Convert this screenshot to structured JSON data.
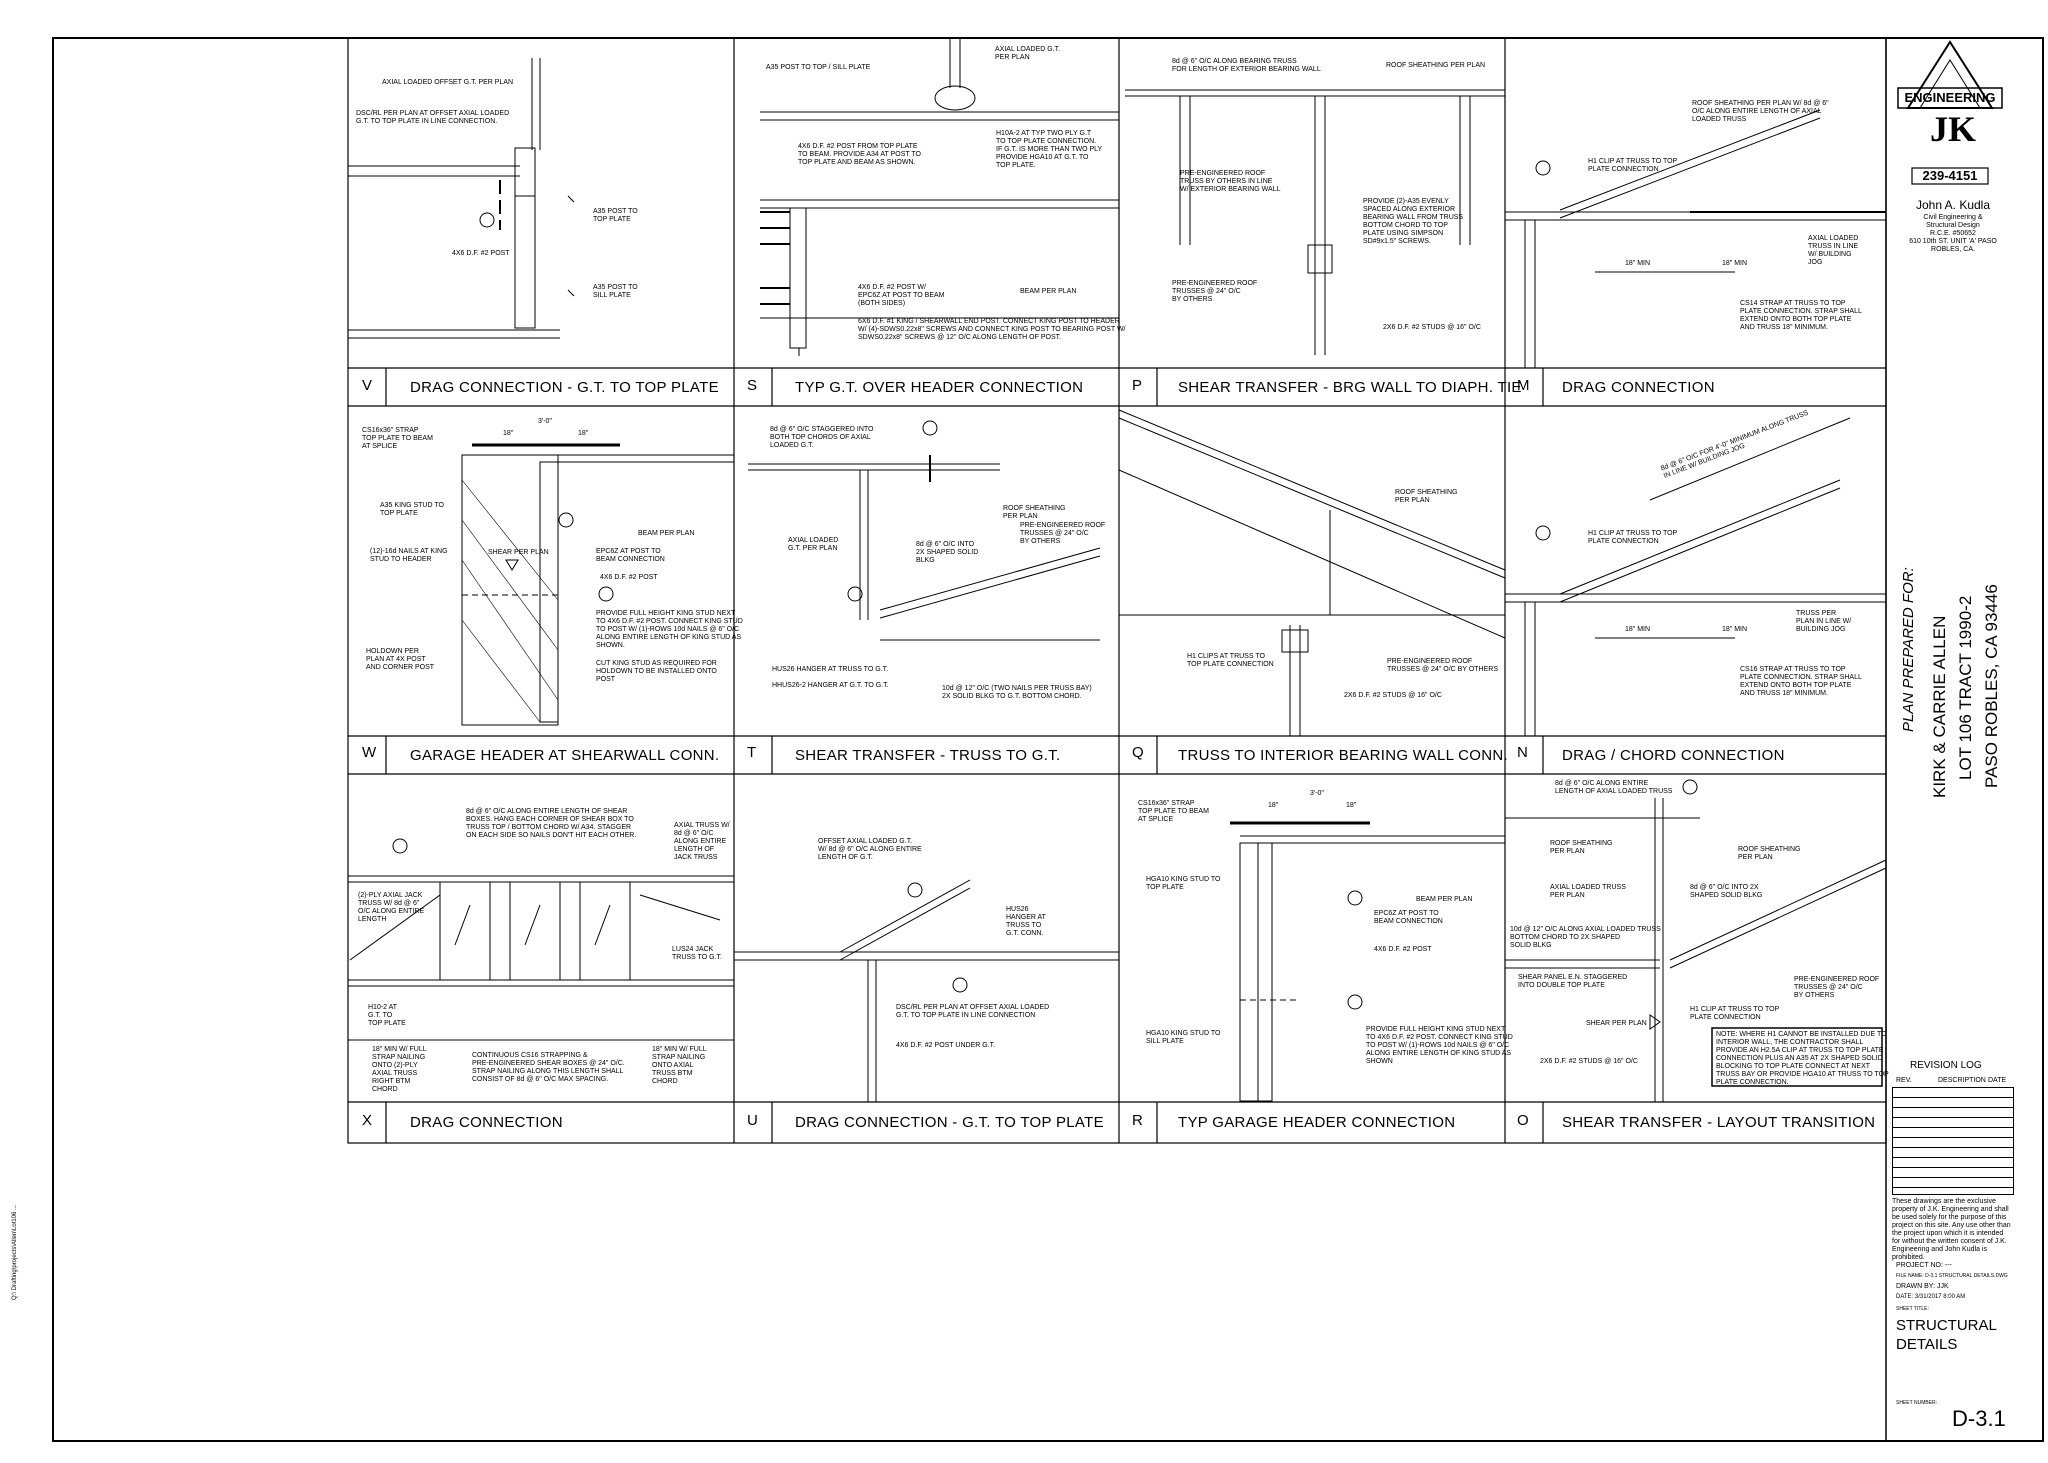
{
  "sheet": {
    "tick_list": [],
    "border_side_text": "Q:\\ Drafting\\projects\\Allen\\Lot106 ..."
  },
  "details": [
    {
      "code": "V",
      "title": "DRAG CONNECTION - G.T. TO TOP PLATE",
      "labels": [
        "AXIAL LOADED OFFSET G.T. PER PLAN",
        "DSC/RL PER PLAN AT OFFSET AXIAL LOADED\nG.T. TO TOP PLATE IN LINE CONNECTION.",
        "A35 POST TO\nTOP PLATE",
        "4X6 D.F. #2 POST",
        "A35 POST TO\nSILL PLATE"
      ]
    },
    {
      "code": "S",
      "title": "TYP G.T. OVER HEADER CONNECTION",
      "labels": [
        "A35 POST TO TOP / SILL PLATE",
        "AXIAL LOADED G.T.\nPER PLAN",
        "4X6 D.F. #2 POST FROM TOP PLATE\nTO BEAM. PROVIDE A34 AT POST TO\nTOP PLATE AND BEAM AS SHOWN.",
        "H10A-2 AT TYP TWO PLY G.T\nTO TOP PLATE CONNECTION.\nIF G.T. IS MORE THAN TWO PLY\nPROVIDE HGA10 AT G.T. TO\nTOP PLATE.",
        "4X6 D.F. #2 POST W/\nEPC6Z AT POST TO BEAM\n(BOTH SIDES)",
        "BEAM PER PLAN",
        "6X6 D.F. #1 KING / SHEARWALL END POST. CONNECT KING POST TO HEADER\nW/ (4)-SDWS0.22x8\" SCREWS AND CONNECT KING POST TO BEARING POST W/\nSDWS0.22x8\" SCREWS @ 12\" O/C ALONG LENGTH OF POST."
      ]
    },
    {
      "code": "P",
      "title": "SHEAR TRANSFER - BRG WALL TO DIAPH. TIE",
      "labels": [
        "8d @ 6\" O/C ALONG BEARING TRUSS\nFOR LENGTH OF EXTERIOR BEARING WALL",
        "ROOF SHEATHING PER PLAN",
        "PRE-ENGINEERED ROOF\nTRUSS BY OTHERS IN LINE\nW/ EXTERIOR BEARING WALL",
        "PROVIDE (2)-A35 EVENLY\nSPACED ALONG EXTERIOR\nBEARING WALL FROM TRUSS\nBOTTOM CHORD TO TOP\nPLATE USING SIMPSON\nSD#9x1.5\" SCREWS.",
        "PRE-ENGINEERED ROOF\nTRUSSES @ 24\" O/C\nBY OTHERS",
        "2X6 D.F. #2 STUDS @ 16\" O/C"
      ]
    },
    {
      "code": "M",
      "title": "DRAG CONNECTION",
      "labels": [
        "ROOF SHEATHING PER PLAN W/ 8d @ 6\"\nO/C ALONG ENTIRE LENGTH OF AXIAL\nLOADED TRUSS",
        "H1 CLIP AT TRUSS TO TOP\nPLATE CONNECTION",
        "AXIAL LOADED\nTRUSS IN LINE\nW/ BUILDING\nJOG",
        "18\" MIN",
        "18\" MIN",
        "CS14 STRAP AT TRUSS TO TOP\nPLATE CONNECTION. STRAP SHALL\nEXTEND ONTO BOTH TOP PLATE\nAND TRUSS 18\" MINIMUM."
      ]
    },
    {
      "code": "W",
      "title": "GARAGE HEADER AT SHEARWALL CONN.",
      "labels": [
        "CS16x36\" STRAP\nTOP PLATE TO BEAM\nAT SPLICE",
        "3'-0\"",
        "18\"",
        "18\"",
        "A35 KING STUD TO\nTOP PLATE",
        "BEAM PER PLAN",
        "(12)-16d NAILS AT KING\nSTUD TO HEADER",
        "SHEAR PER PLAN",
        "EPC6Z AT POST TO\nBEAM CONNECTION",
        "4X6 D.F. #2 POST",
        "PROVIDE FULL HEIGHT KING STUD NEXT\nTO 4X6 D.F. #2 POST. CONNECT KING STUD\nTO POST W/ (1)-ROWS 10d NAILS @ 6\" O/C\nALONG ENTIRE LENGTH OF KING STUD AS\nSHOWN.",
        "HOLDOWN PER\nPLAN AT 4X POST\nAND CORNER POST",
        "CUT KING STUD AS REQUIRED FOR\nHOLDOWN TO BE INSTALLED ONTO\nPOST"
      ]
    },
    {
      "code": "T",
      "title": "SHEAR TRANSFER - TRUSS TO G.T.",
      "labels": [
        "8d @ 6\" O/C STAGGERED INTO\nBOTH TOP CHORDS OF AXIAL\nLOADED G.T.",
        "ROOF SHEATHING\nPER PLAN",
        "PRE-ENGINEERED ROOF\nTRUSSES @ 24\" O/C\nBY OTHERS",
        "AXIAL LOADED\nG.T. PER PLAN",
        "8d @ 6\" O/C INTO\n2X SHAPED SOLID\nBLKG",
        "HUS26 HANGER AT TRUSS TO G.T.",
        "HHUS26-2 HANGER AT G.T. TO G.T.",
        "10d @ 12\" O/C (TWO NAILS PER TRUSS BAY)\n2X SOLID BLKG TO G.T. BOTTOM CHORD."
      ]
    },
    {
      "code": "Q",
      "title": "TRUSS TO INTERIOR BEARING WALL CONN.",
      "labels": [
        "ROOF SHEATHING\nPER PLAN",
        "H1 CLIPS AT TRUSS TO\nTOP PLATE CONNECTION",
        "PRE-ENGINEERED ROOF\nTRUSSES @ 24\" O/C BY OTHERS",
        "2X6 D.F. #2 STUDS @ 16\" O/C"
      ]
    },
    {
      "code": "N",
      "title": "DRAG / CHORD CONNECTION",
      "labels": [
        "8d @ 6\" O/C FOR 4'-0\" MINIMUM ALONG TRUSS\nIN LINE W/ BUILDING JOG",
        "H1 CLIP AT TRUSS TO TOP\nPLATE CONNECTION",
        "TRUSS PER\nPLAN IN LINE W/\nBUILDING JOG",
        "18\" MIN",
        "18\" MIN",
        "CS16 STRAP AT TRUSS TO TOP\nPLATE CONNECTION. STRAP SHALL\nEXTEND ONTO BOTH TOP PLATE\nAND TRUSS 18\" MINIMUM."
      ]
    },
    {
      "code": "X",
      "title": "DRAG CONNECTION",
      "labels": [
        "8d @ 6\" O/C ALONG ENTIRE LENGTH OF SHEAR\nBOXES. HANG EACH CORNER OF SHEAR BOX TO\nTRUSS TOP / BOTTOM CHORD W/ A34. STAGGER\nON EACH SIDE SO NAILS DON'T HIT EACH OTHER.",
        "AXIAL TRUSS W/\n8d @ 6\" O/C\nALONG ENTIRE\nLENGTH OF\nJACK TRUSS",
        "(2)-PLY AXIAL JACK\nTRUSS W/ 8d @ 6\"\nO/C ALONG ENTIRE\nLENGTH",
        "LUS24 JACK\nTRUSS TO G.T.",
        "H10-2 AT\nG.T. TO\nTOP PLATE",
        "18\" MIN W/ FULL\nSTRAP NAILING\nONTO (2)-PLY\nAXIAL TRUSS\nRIGHT BTM\nCHORD",
        "CONTINUOUS CS16 STRAPPING &\nPRE-ENGINEERED SHEAR BOXES @ 24\" O/C.\nSTRAP NAILING ALONG THIS LENGTH SHALL\nCONSIST OF 8d @ 6\" O/C MAX SPACING.",
        "18\" MIN W/ FULL\nSTRAP NAILING\nONTO AXIAL\nTRUSS BTM\nCHORD"
      ]
    },
    {
      "code": "U",
      "title": "DRAG CONNECTION - G.T. TO TOP PLATE",
      "labels": [
        "OFFSET AXIAL LOADED G.T.\nW/ 8d @ 6\" O/C ALONG ENTIRE\nLENGTH OF G.T.",
        "HUS26\nHANGER AT\nTRUSS TO\nG.T. CONN.",
        "DSC/RL PER PLAN AT OFFSET AXIAL LOADED\nG.T. TO TOP PLATE IN LINE CONNECTION",
        "4X6 D.F. #2 POST UNDER G.T."
      ]
    },
    {
      "code": "R",
      "title": "TYP GARAGE HEADER CONNECTION",
      "labels": [
        "CS16x36\" STRAP\nTOP PLATE TO BEAM\nAT SPLICE",
        "3'-0\"",
        "18\"",
        "18\"",
        "HGA10 KING STUD TO\nTOP PLATE",
        "BEAM PER PLAN",
        "EPC6Z AT POST TO\nBEAM CONNECTION",
        "4X6 D.F. #2 POST",
        "PROVIDE FULL HEIGHT KING STUD NEXT\nTO 4X6 D.F. #2 POST. CONNECT KING STUD\nTO POST W/ (1)-ROWS 10d NAILS @ 6\" O/C\nALONG ENTIRE LENGTH OF KING STUD AS\nSHOWN",
        "HGA10 KING STUD TO\nSILL PLATE"
      ]
    },
    {
      "code": "O",
      "title": "SHEAR TRANSFER - LAYOUT TRANSITION",
      "labels": [
        "8d @ 6\" O/C ALONG ENTIRE\nLENGTH OF AXIAL LOADED TRUSS",
        "ROOF SHEATHING\nPER PLAN",
        "ROOF SHEATHING\nPER PLAN",
        "AXIAL LOADED TRUSS\nPER PLAN",
        "8d @ 6\" O/C INTO 2X\nSHAPED SOLID BLKG",
        "10d @ 12\" O/C ALONG AXIAL LOADED TRUSS\nBOTTOM CHORD TO 2X SHAPED\nSOLID BLKG",
        "SHEAR PANEL E.N. STAGGERED\nINTO DOUBLE TOP PLATE",
        "PRE-ENGINEERED ROOF\nTRUSSES @ 24\" O/C\nBY OTHERS",
        "H1 CLIP AT TRUSS TO TOP\nPLATE CONNECTION",
        "SHEAR PER PLAN",
        "2X6 D.F. #2 STUDS @ 16\" O/C",
        "NOTE: WHERE H1 CANNOT BE INSTALLED DUE TO\nINTERIOR WALL, THE CONTRACTOR SHALL\nPROVIDE AN H2.5A CLIP AT TRUSS TO TOP PLATE\nCONNECTION PLUS AN A35 AT 2X SHAPED SOLID\nBLOCKING TO TOP PLATE CONNECT AT NEXT\nTRUSS BAY OR PROVIDE HGA10 AT TRUSS TO TOP\nPLATE CONNECTION."
      ]
    }
  ],
  "title_block": {
    "logo_text": "ENGINEERING",
    "logo_letters": "JK",
    "phone": "239-4151",
    "engineer_name": "John A. Kudla",
    "engineer_info": "Civil Engineering &\nStructural Design\nR.C.E. #50652\n610 10th ST. UNIT 'A' PASO\nROBLES, CA.",
    "plan_prepared_for": "PLAN PREPARED FOR:",
    "client": "KIRK & CARRIE ALLEN",
    "lot": "LOT 106 TRACT 1990-2",
    "city": "PASO ROBLES, CA 93446",
    "revision_log": "REVISION   LOG",
    "rev_cols": [
      "REV.",
      "DESCRIPTION",
      "DATE"
    ],
    "notice": "These drawings are the exclusive property of J.K. Engineering and shall be used solely for the purpose of this project on this site. Any use other than the project upon which it is intended for without the written consent of J.K. Engineering and John Kudla is prohibited.",
    "project_no": "PROJECT NO:  ---",
    "file_name": "FILE NAME: D-3.1 STRUCTURAL DETAILS.DWG",
    "drawn_by": "DRAWN BY:  JJK",
    "date": "DATE:  3/31/2017 8:00 AM",
    "sheet_title_label": "SHEET TITLE:",
    "sheet_title": "STRUCTURAL\nDETAILS",
    "sheet_number_label": "SHEET NUMBER:",
    "sheet_number": "D-3.1"
  }
}
